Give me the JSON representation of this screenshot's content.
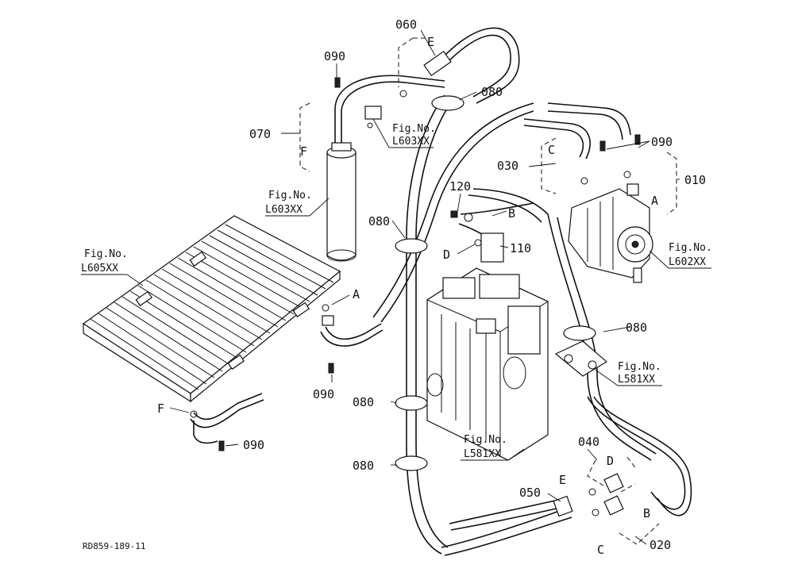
{
  "part_labels": {
    "p010": "010",
    "p020": "020",
    "p030": "030",
    "p040": "040",
    "p050": "050",
    "p060": "060",
    "p070": "070",
    "p080": "080",
    "p090": "090",
    "p110": "110",
    "p120": "120"
  },
  "connector_letters": {
    "A": "A",
    "B": "B",
    "C": "C",
    "D": "D",
    "E": "E",
    "F": "F"
  },
  "figure_refs": {
    "fig_prefix": "Fig.No.",
    "receiver": "L603XX",
    "condenser": "L605XX",
    "compressor": "L602XX",
    "engine": "L581XX"
  },
  "footer": {
    "drawing_code": "RD859-189-11"
  }
}
